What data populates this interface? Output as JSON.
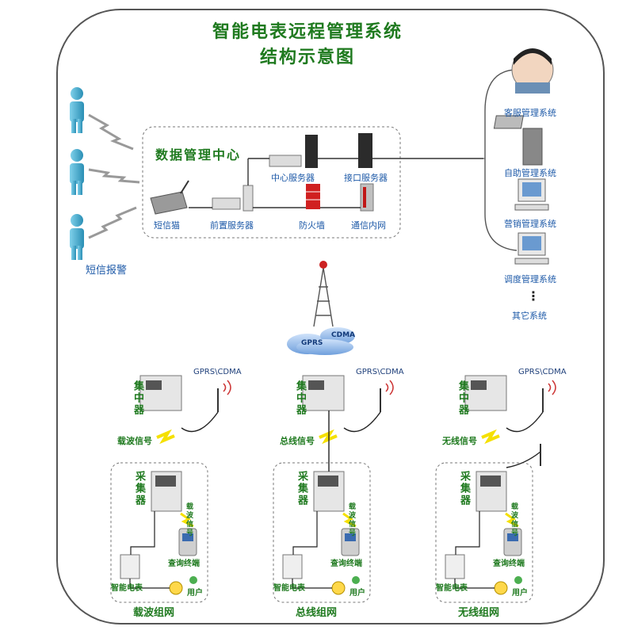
{
  "title_line1": "智能电表远程管理系统",
  "title_line2": "结构示意图",
  "left": {
    "sms_alarm": "短信报警"
  },
  "data_center": {
    "label": "数据管理中心",
    "sms_modem": "短信猫",
    "front_server": "前置服务器",
    "center_server": "中心服务器",
    "interface_server": "接口服务器",
    "firewall": "防火墙",
    "intranet": "通信内网"
  },
  "right_systems": [
    "客服管理系统",
    "自助管理系统",
    "营销管理系统",
    "调度管理系统",
    "其它系统"
  ],
  "ellipsis": "⋮",
  "cloud": {
    "gprs": "GPRS",
    "cdma": "CDMA"
  },
  "groups": [
    {
      "concentrator": "集中器",
      "antenna": "GPRS\\CDMA",
      "link": "载波信号",
      "collector": "采集器",
      "collector_signal": "载波信号",
      "query": "查询终端",
      "meter": "智能电表",
      "user": "用户",
      "caption": "载波组网"
    },
    {
      "concentrator": "集中器",
      "antenna": "GPRS\\CDMA",
      "link": "总线信号",
      "collector": "采集器",
      "collector_signal": "载波信号",
      "query": "查询终端",
      "meter": "智能电表",
      "user": "用户",
      "caption": "总线组网"
    },
    {
      "concentrator": "集中器",
      "antenna": "GPRS\\CDMA",
      "link": "无线信号",
      "collector": "采集器",
      "collector_signal": "载波信号",
      "query": "查询终端",
      "meter": "智能电表",
      "user": "用户",
      "caption": "无线组网"
    }
  ],
  "colors": {
    "frame": "#555555",
    "label_green": "#1f7a1f",
    "label_blue": "#1e5aa8",
    "person": "#3aa6c9",
    "bolt": "#f5e000",
    "cloud": "#7aa8e0"
  }
}
